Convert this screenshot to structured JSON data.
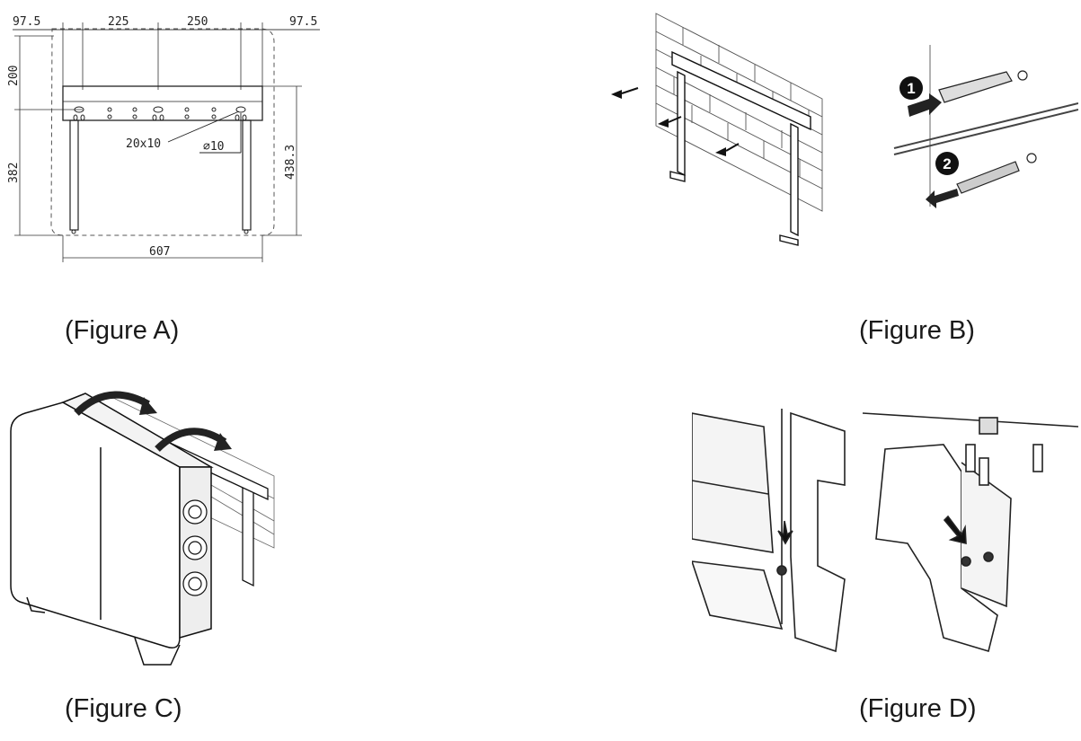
{
  "figure_a": {
    "caption": "(Figure A)",
    "dimensions": {
      "left_margin": "97.5",
      "span_1": "225",
      "span_2": "250",
      "right_margin": "97.5",
      "top_height": "200",
      "lower_height": "382",
      "total_height": "438.3",
      "width": "607",
      "slot_size": "20x10",
      "hole_diameter": "⌀10"
    }
  },
  "figure_b": {
    "caption": "(Figure B)",
    "step_1": "1",
    "step_2": "2"
  },
  "figure_c": {
    "caption": "(Figure C)"
  },
  "figure_d": {
    "caption": "(Figure D)"
  }
}
